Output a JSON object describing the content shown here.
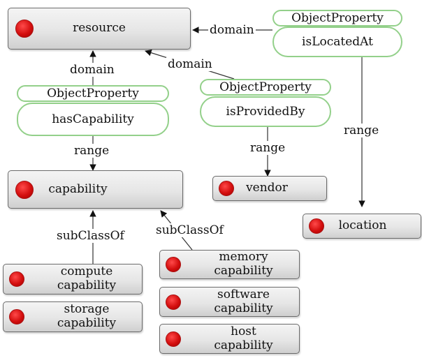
{
  "classes": {
    "resource": "resource",
    "capability": "capability",
    "vendor": "vendor",
    "location": "location",
    "compute": "compute capability",
    "storage": "storage capability",
    "memory": "memory capability",
    "software": "software capability",
    "host": "host capability"
  },
  "properties": {
    "has_capability": {
      "type": "ObjectProperty",
      "name": "hasCapability"
    },
    "is_provided_by": {
      "type": "ObjectProperty",
      "name": "isProvidedBy"
    },
    "is_located_at": {
      "type": "ObjectProperty",
      "name": "isLocatedAt"
    }
  },
  "edges": {
    "domain_has_capability": "domain",
    "domain_is_provided_by": "domain",
    "domain_is_located_at": "domain",
    "range_has_capability": "range",
    "range_is_provided_by": "range",
    "range_is_located_at": "range",
    "subclass_left": "subClassOf",
    "subclass_right": "subClassOf"
  },
  "colors": {
    "class_dot": "#d40f0f",
    "property_border": "#93d08a"
  }
}
